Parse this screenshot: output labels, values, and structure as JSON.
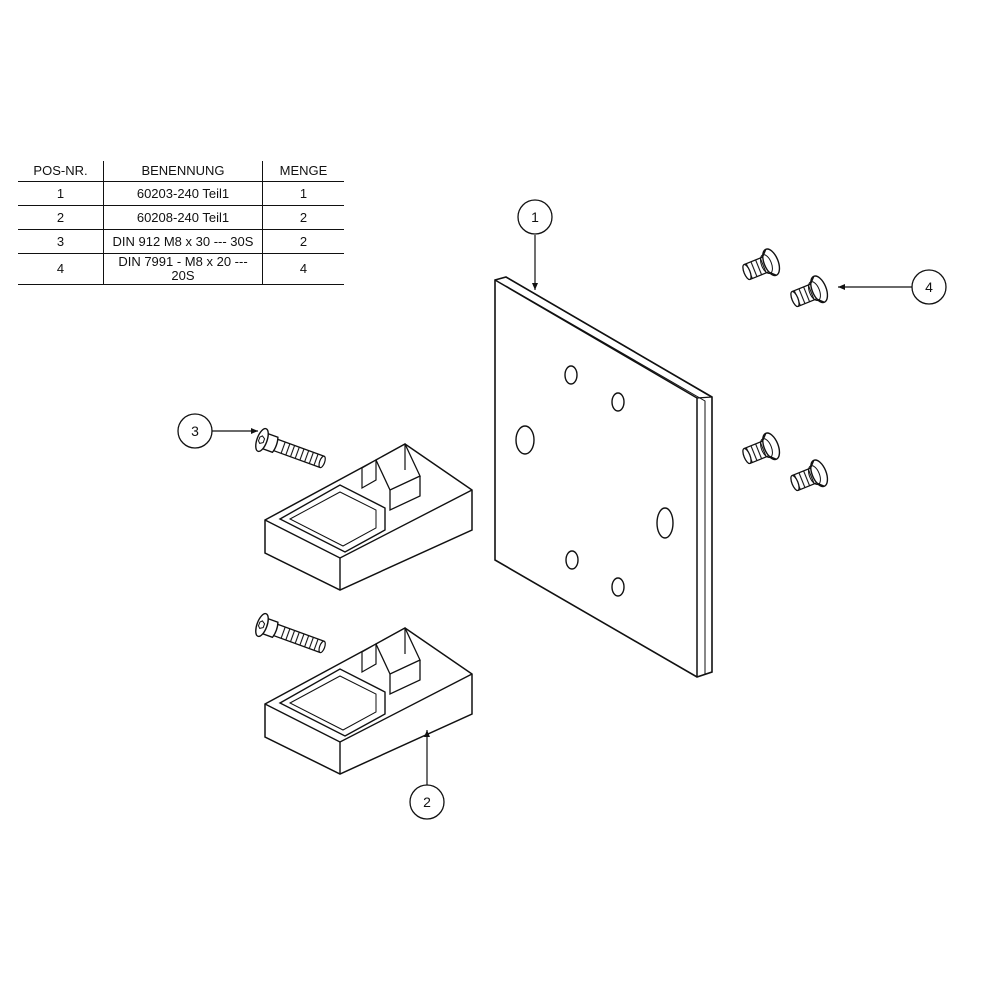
{
  "bom": {
    "headers": {
      "pos": "POS-NR.",
      "name": "BENENNUNG",
      "qty": "MENGE"
    },
    "rows": [
      {
        "pos": "1",
        "name": "60203-240 Teil1",
        "qty": "1"
      },
      {
        "pos": "2",
        "name": "60208-240 Teil1",
        "qty": "2"
      },
      {
        "pos": "3",
        "name": "DIN 912 M8 x 30 --- 30S",
        "qty": "2"
      },
      {
        "pos": "4",
        "name": "DIN 7991 - M8 x 20 --- 20S",
        "qty": "4"
      }
    ]
  },
  "balloons": {
    "b1": "1",
    "b2": "2",
    "b3": "3",
    "b4": "4"
  },
  "colors": {
    "line": "#111111",
    "background": "#ffffff"
  }
}
